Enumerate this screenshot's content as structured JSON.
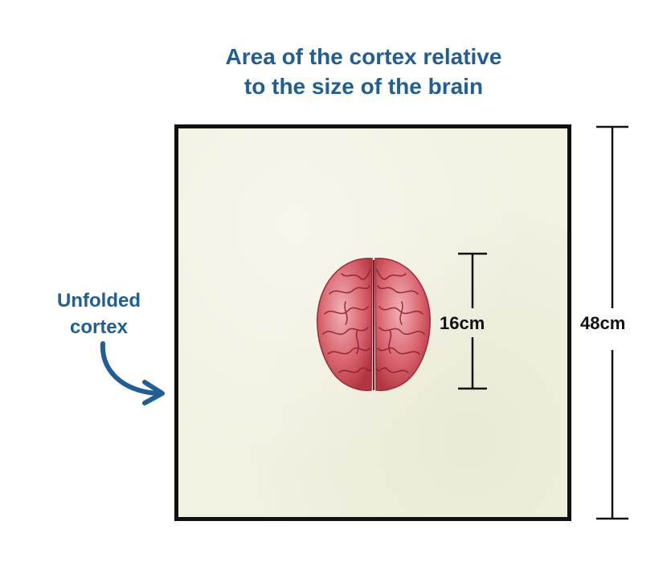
{
  "title": {
    "line1": "Area of the cortex relative",
    "line2": "to the size of the brain"
  },
  "side_label": {
    "line1": "Unfolded",
    "line2": "cortex"
  },
  "brain_dimension_label": "16cm",
  "sheet_dimension_label": "48cm",
  "colors": {
    "title": "#1f5f95",
    "brain": "#c8434e",
    "sheet": "#f2f1e2",
    "border": "#111111"
  },
  "icons": [
    "curved-arrow-icon",
    "brain-illustration"
  ]
}
